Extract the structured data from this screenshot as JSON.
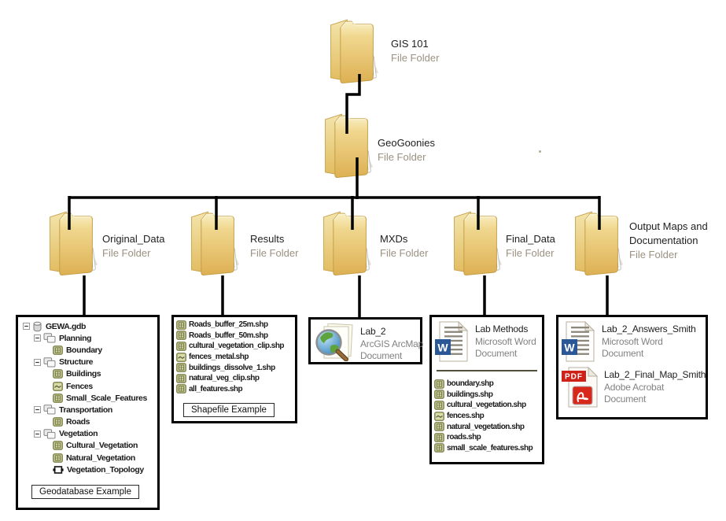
{
  "diagram": {
    "root_folder": {
      "label": "GIS 101",
      "sublabel": "File Folder"
    },
    "parent_folder": {
      "label": "GeoGoonies",
      "sublabel": "File Folder"
    },
    "folders": [
      {
        "label": "Original_Data",
        "sublabel": "File Folder"
      },
      {
        "label": "Results",
        "sublabel": "File Folder"
      },
      {
        "label": "MXDs",
        "sublabel": "File Folder"
      },
      {
        "label": "Final_Data",
        "sublabel": "File Folder"
      },
      {
        "label": "Output Maps and Documentation",
        "sublabel": "File Folder"
      }
    ],
    "geodatabase_box": {
      "caption": "Geodatabase Example",
      "tree": [
        {
          "label": "GEWA.gdb",
          "icon": "geodatabase-icon",
          "depth": 0,
          "expander": true
        },
        {
          "label": "Planning",
          "icon": "feature-dataset-icon",
          "depth": 1,
          "expander": true
        },
        {
          "label": "Boundary",
          "icon": "polygon-feature-icon",
          "depth": 2,
          "expander": false
        },
        {
          "label": "Structure",
          "icon": "feature-dataset-icon",
          "depth": 1,
          "expander": true
        },
        {
          "label": "Buildings",
          "icon": "polygon-feature-icon",
          "depth": 2,
          "expander": false
        },
        {
          "label": "Fences",
          "icon": "line-feature-icon",
          "depth": 2,
          "expander": false
        },
        {
          "label": "Small_Scale_Features",
          "icon": "polygon-feature-icon",
          "depth": 2,
          "expander": false
        },
        {
          "label": "Transportation",
          "icon": "feature-dataset-icon",
          "depth": 1,
          "expander": true
        },
        {
          "label": "Roads",
          "icon": "polygon-feature-icon",
          "depth": 2,
          "expander": false
        },
        {
          "label": "Vegetation",
          "icon": "feature-dataset-icon",
          "depth": 1,
          "expander": true
        },
        {
          "label": "Cultural_Vegetation",
          "icon": "polygon-feature-icon",
          "depth": 2,
          "expander": false
        },
        {
          "label": "Natural_Vegetation",
          "icon": "polygon-feature-icon",
          "depth": 2,
          "expander": false
        },
        {
          "label": "Vegetation_Topology",
          "icon": "topology-icon",
          "depth": 2,
          "expander": false
        }
      ]
    },
    "results_box": {
      "caption": "Shapefile Example",
      "files": [
        {
          "name": "Roads_buffer_25m.shp",
          "icon": "polygon-feature-icon"
        },
        {
          "name": "Roads_buffer_50m.shp",
          "icon": "polygon-feature-icon"
        },
        {
          "name": "cultural_vegetation_clip.shp",
          "icon": "polygon-feature-icon"
        },
        {
          "name": "fences_metal.shp",
          "icon": "line-feature-icon"
        },
        {
          "name": "buildings_dissolve_1.shp",
          "icon": "polygon-feature-icon"
        },
        {
          "name": "natural_veg_clip.shp",
          "icon": "polygon-feature-icon"
        },
        {
          "name": "all_features.shp",
          "icon": "polygon-feature-icon"
        }
      ]
    },
    "mxds_box": {
      "document": {
        "title": "Lab_2",
        "type_line1": "ArcGIS ArcMap",
        "type_line2": "Document",
        "icon": "arcmap-document-icon"
      }
    },
    "final_data_box": {
      "document": {
        "title": "Lab Methods",
        "type_line1": "Microsoft Word",
        "type_line2": "Document",
        "icon": "word-document-icon"
      },
      "files": [
        {
          "name": "boundary.shp",
          "icon": "polygon-feature-icon"
        },
        {
          "name": "buildings.shp",
          "icon": "polygon-feature-icon"
        },
        {
          "name": "cultural_vegetation.shp",
          "icon": "polygon-feature-icon"
        },
        {
          "name": "fences.shp",
          "icon": "line-feature-icon"
        },
        {
          "name": "natural_vegetation.shp",
          "icon": "polygon-feature-icon"
        },
        {
          "name": "roads.shp",
          "icon": "polygon-feature-icon"
        },
        {
          "name": "small_scale_features.shp",
          "icon": "polygon-feature-icon"
        }
      ]
    },
    "output_box": {
      "documents": [
        {
          "title": "Lab_2_Answers_Smith",
          "type_line1": "Microsoft Word",
          "type_line2": "Document",
          "icon": "word-document-icon"
        },
        {
          "title": "Lab_2_Final_Map_Smith",
          "type_line1": "Adobe Acrobat",
          "type_line2": "Document",
          "icon": "pdf-document-icon"
        }
      ]
    },
    "colors": {
      "folder_gold": "#E3BE62",
      "folder_light": "#F3E5AC",
      "connector": "#000000",
      "sublabel_text": "#9B9180",
      "muted_doc_text": "#828282",
      "word_blue": "#2B5797",
      "pdf_red": "#CE2117",
      "shapefile_olive": "#7C8049"
    }
  }
}
